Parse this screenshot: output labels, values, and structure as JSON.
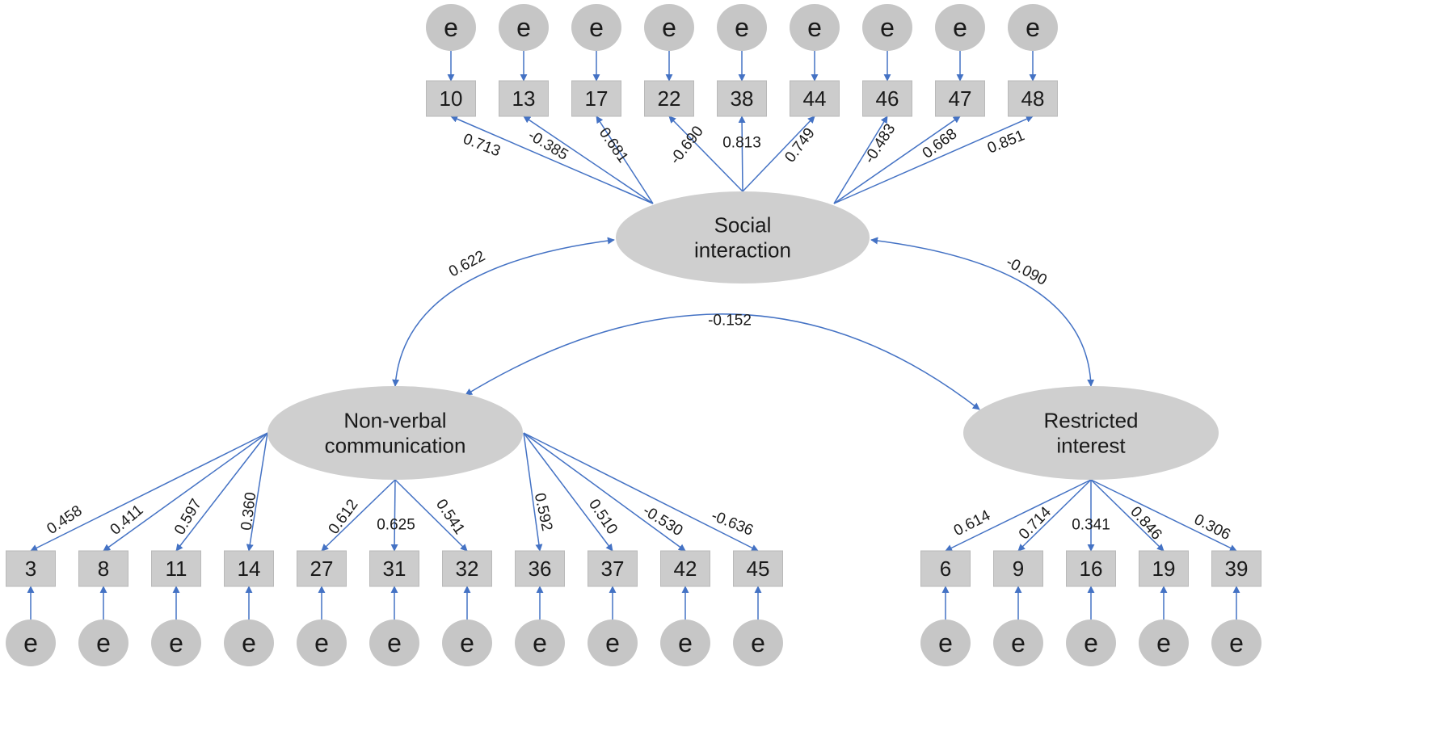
{
  "diagram": {
    "error_label": "e",
    "factors": [
      {
        "id": "si",
        "lines": [
          "Social",
          "interaction"
        ]
      },
      {
        "id": "nv",
        "lines": [
          "Non-verbal",
          "communication"
        ]
      },
      {
        "id": "ri",
        "lines": [
          "Restricted",
          "interest"
        ]
      }
    ],
    "loadings": {
      "si": [
        {
          "item": "10",
          "value": "0.713"
        },
        {
          "item": "13",
          "value": "-0.385"
        },
        {
          "item": "17",
          "value": "0.681"
        },
        {
          "item": "22",
          "value": "-0.690"
        },
        {
          "item": "38",
          "value": "0.813"
        },
        {
          "item": "44",
          "value": "0.749"
        },
        {
          "item": "46",
          "value": "-0.483"
        },
        {
          "item": "47",
          "value": "0.668"
        },
        {
          "item": "48",
          "value": "0.851"
        }
      ],
      "nv": [
        {
          "item": "3",
          "value": "0.458"
        },
        {
          "item": "8",
          "value": "0.411"
        },
        {
          "item": "11",
          "value": "0.597"
        },
        {
          "item": "14",
          "value": "0.360"
        },
        {
          "item": "27",
          "value": "0.612"
        },
        {
          "item": "31",
          "value": "0.625"
        },
        {
          "item": "32",
          "value": "0.541"
        },
        {
          "item": "36",
          "value": "0.592"
        },
        {
          "item": "37",
          "value": "0.510"
        },
        {
          "item": "42",
          "value": "-0.530"
        },
        {
          "item": "45",
          "value": "-0.636"
        }
      ],
      "ri": [
        {
          "item": "6",
          "value": "0.614"
        },
        {
          "item": "9",
          "value": "0.714"
        },
        {
          "item": "16",
          "value": "0.341"
        },
        {
          "item": "19",
          "value": "0.846"
        },
        {
          "item": "39",
          "value": "0.306"
        }
      ]
    },
    "correlations": [
      {
        "from": "si",
        "to": "nv",
        "value": "0.622"
      },
      {
        "from": "si",
        "to": "ri",
        "value": "-0.090"
      },
      {
        "from": "nv",
        "to": "ri",
        "value": "-0.152"
      }
    ],
    "colors": {
      "arrow": "#4472c4",
      "latent_fill": "#cfcfcf",
      "item_fill": "#cccccc",
      "error_fill": "#c6c6c6"
    }
  }
}
